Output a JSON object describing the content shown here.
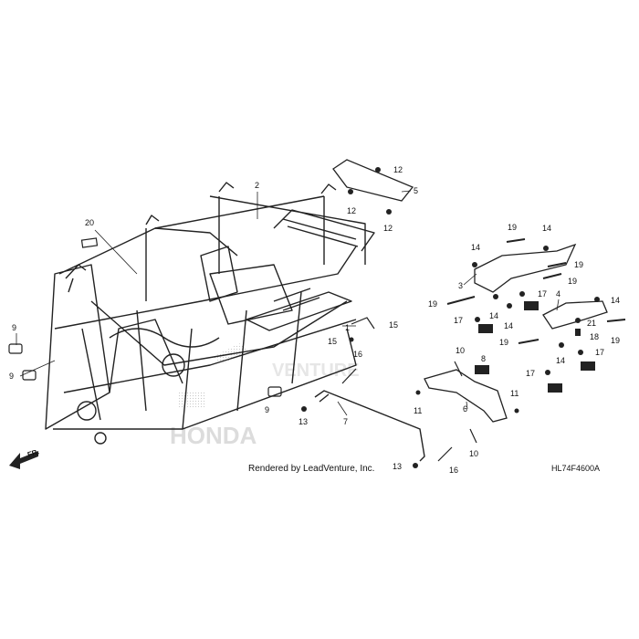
{
  "credit": "Rendered by LeadVenture, Inc.",
  "diagram_code": "HL74F4600A",
  "direction_label": "FR.",
  "watermark": {
    "brand": "HONDA",
    "text": "VENTURE"
  },
  "callouts": [
    "1",
    "2",
    "3",
    "4",
    "5",
    "6",
    "7",
    "8",
    "9",
    "10",
    "11",
    "12",
    "13",
    "14",
    "15",
    "16",
    "17",
    "18",
    "19",
    "20",
    "21"
  ]
}
